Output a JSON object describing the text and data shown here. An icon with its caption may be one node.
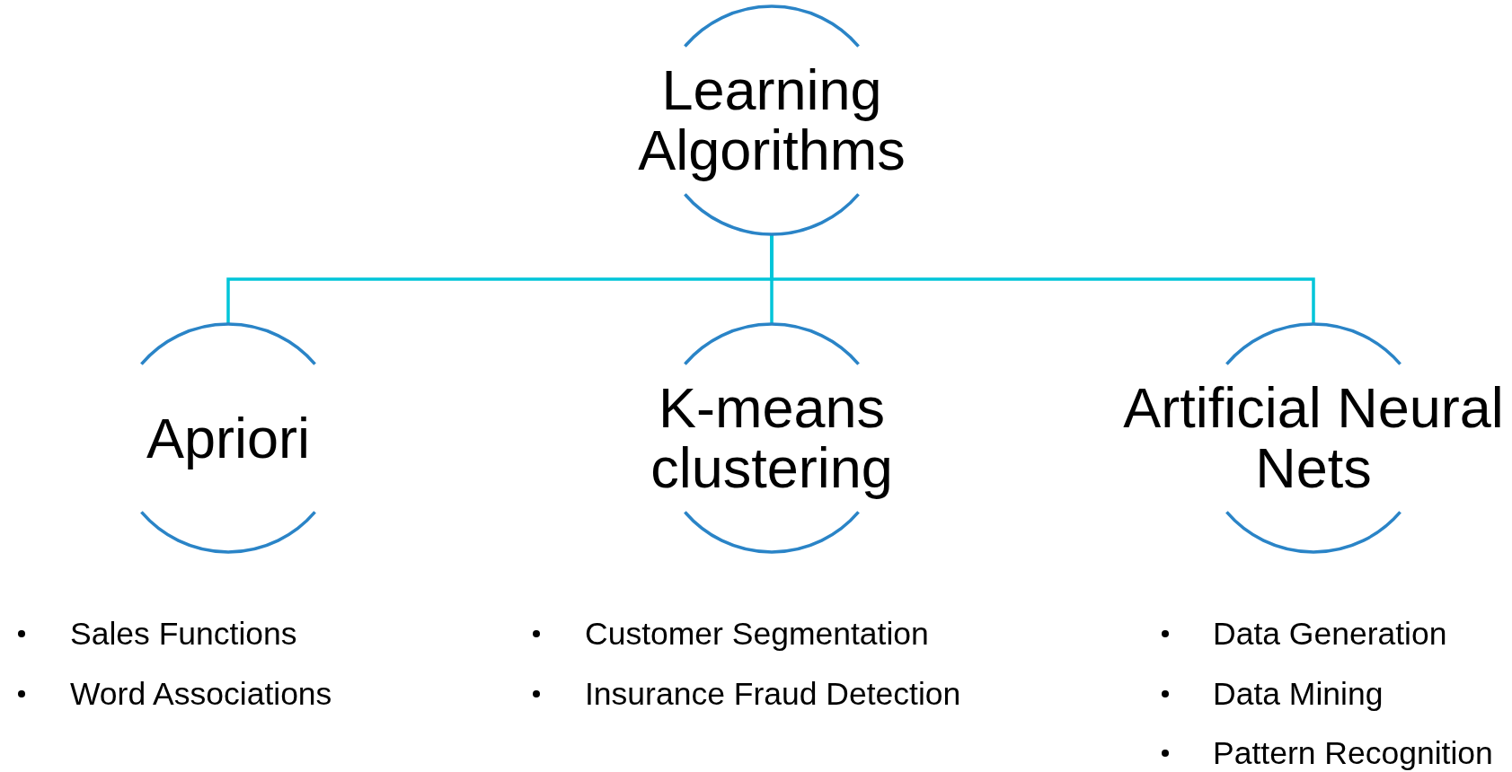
{
  "diagram": {
    "nodes": [
      {
        "text": [
          "Learning Algorithms"
        ]
      },
      {
        "text": [
          "Apriori"
        ],
        "beside": [
          "Sales Functions",
          "Word Associations"
        ]
      },
      {
        "text": [
          "K-means clustering"
        ],
        "beside": [
          "Customer Segmentation",
          "Insurance Fraud Detection"
        ]
      },
      {
        "text": [
          "Artificial Neural Nets"
        ],
        "beside": [
          "Data Generation",
          "Data Mining",
          "Pattern Recognition"
        ]
      }
    ],
    "edges": [
      {
        "from": 0,
        "to": 1,
        "arrow": "none"
      },
      {
        "from": 0,
        "to": 2,
        "arrow": "none"
      },
      {
        "from": 0,
        "to": 3,
        "arrow": "none"
      }
    ]
  }
}
